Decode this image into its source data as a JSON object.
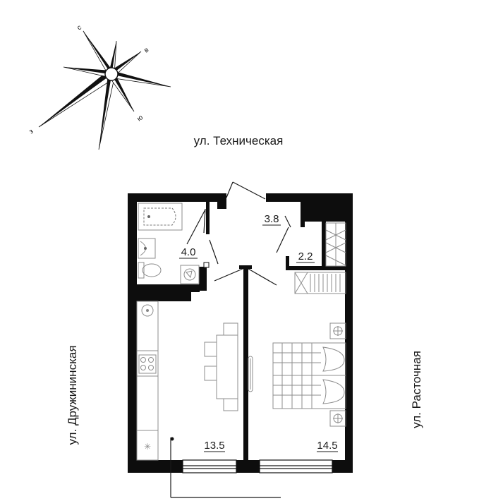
{
  "compass": {
    "north": "с",
    "east": "в",
    "south": "ю",
    "west": "з"
  },
  "streets": {
    "top": "ул. Техническая",
    "left": "ул. Дружининская",
    "right": "ул. Расточная"
  },
  "rooms": {
    "hall": "3.8",
    "bathroom": "4.0",
    "storage": "2.2",
    "kitchen_living": "13.5",
    "bedroom": "14.5"
  },
  "colors": {
    "walls": "#0d0d0d",
    "furniture": "#8c8c8c"
  }
}
